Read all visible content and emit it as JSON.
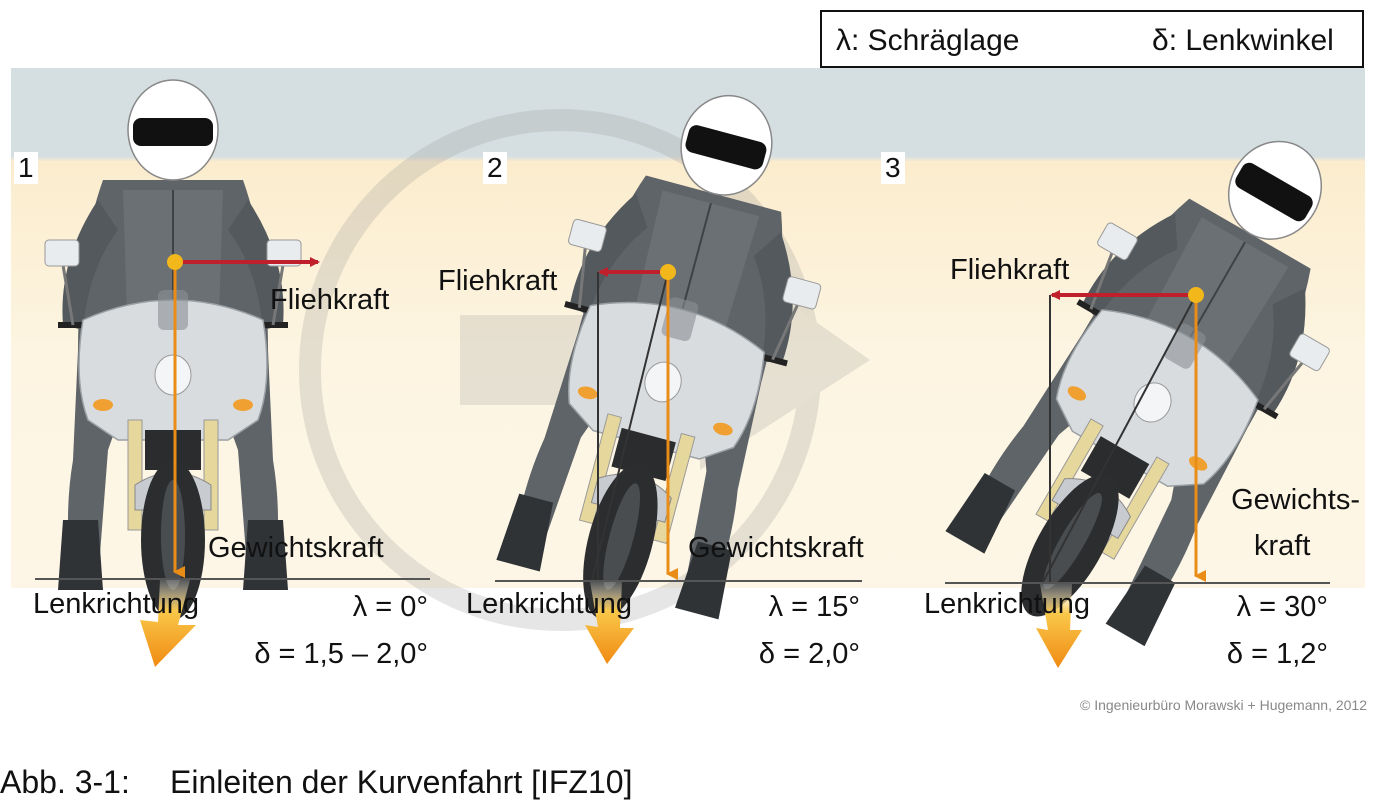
{
  "legend": {
    "lean_label": "λ: Schräglage",
    "steer_label": "δ: Lenkwinkel"
  },
  "panels": [
    {
      "number": "1",
      "centrifugal_label": "Fliehkraft",
      "weight_label": "Gewichtskraft",
      "direction_label": "Lenkrichtung",
      "lean_value": "λ = 0°",
      "steer_value": "δ = 1,5 – 2,0°"
    },
    {
      "number": "2",
      "centrifugal_label": "Fliehkraft",
      "weight_label": "Gewichtskraft",
      "direction_label": "Lenkrichtung",
      "lean_value": "λ = 15°",
      "steer_value": "δ = 2,0°"
    },
    {
      "number": "3",
      "centrifugal_label": "Fliehkraft",
      "weight_label_line1": "Gewichts-",
      "weight_label_line2": "kraft",
      "direction_label": "Lenkrichtung",
      "lean_value": "λ = 30°",
      "steer_value": "δ = 1,2°"
    }
  ],
  "copyright": "© Ingenieurbüro Morawski + Hugemann, 2012",
  "caption": {
    "figure_number": "Abb. 3-1:",
    "text": "Einleiten der Kurvenfahrt [IFZ10]"
  },
  "colors": {
    "sky": "#d5dfe2",
    "road": "#fdf3da",
    "force_arrow_red": "#c0202c",
    "weight_arrow_orange": "#e98d17",
    "direction_arrow_yellow": "#f6b21b",
    "suit_gray": "#5f6468"
  },
  "icons": [
    "motorcycle-rider-icon",
    "play-watermark-icon"
  ]
}
